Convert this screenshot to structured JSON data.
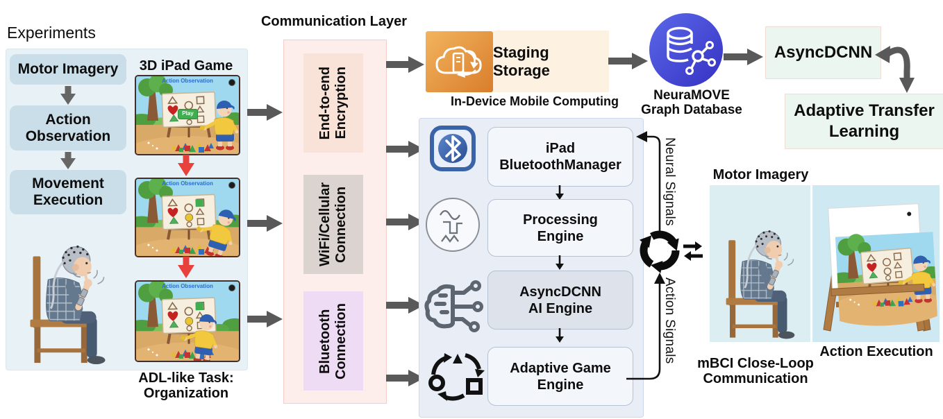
{
  "experiments": {
    "title": "Experiments",
    "steps": [
      "Motor Imagery",
      "Action Observation",
      "Movement Execution"
    ],
    "game_label": "3D iPad Game",
    "game_title": "Action Observation",
    "play_label": "Play",
    "task_line1": "ADL-like Task:",
    "task_line2": "Organization"
  },
  "communication": {
    "title": "Communication Layer",
    "items": [
      {
        "line1": "End-to-end",
        "line2": "Encryption"
      },
      {
        "line1": "WiFi/Cellular",
        "line2": "Connection"
      },
      {
        "line1": "Bluetooth",
        "line2": "Connection"
      }
    ]
  },
  "staging": {
    "label": "Staging Storage",
    "caption": "In-Device Mobile Computing"
  },
  "graph_db": {
    "line1": "NeuraMOVE",
    "line2": "Graph Database"
  },
  "cloud_ai": {
    "asyncdcnn": "AsyncDCNN",
    "transfer_line1": "Adaptive Transfer",
    "transfer_line2": "Learning"
  },
  "pipeline": {
    "boxes": [
      {
        "line1": "iPad",
        "line2": "BluetoothManager"
      },
      {
        "line1": "Processing",
        "line2": "Engine"
      },
      {
        "line1": "AsyncDCNN",
        "line2": "AI Engine"
      },
      {
        "line1": "Adaptive Game",
        "line2": "Engine"
      }
    ]
  },
  "loop": {
    "neural": "Neural Signals",
    "action": "Action Signals"
  },
  "closeloop": {
    "motor_imagery": "Motor Imagery",
    "action_execution": "Action Execution",
    "caption_line1": "mBCI Close-Loop",
    "caption_line2": "Communication"
  },
  "colors": {
    "arrow_gray": "#595959",
    "red_arrow": "#e8413c",
    "game_title_blue": "#2a6bd8",
    "play_green": "#3fae4e",
    "staging_orange": "#e29a43",
    "db_blue": "#4147d6",
    "panel_blue": "#e9eef6",
    "panel_pink": "#fdeeec",
    "panel_left": "#e7f1f6"
  }
}
